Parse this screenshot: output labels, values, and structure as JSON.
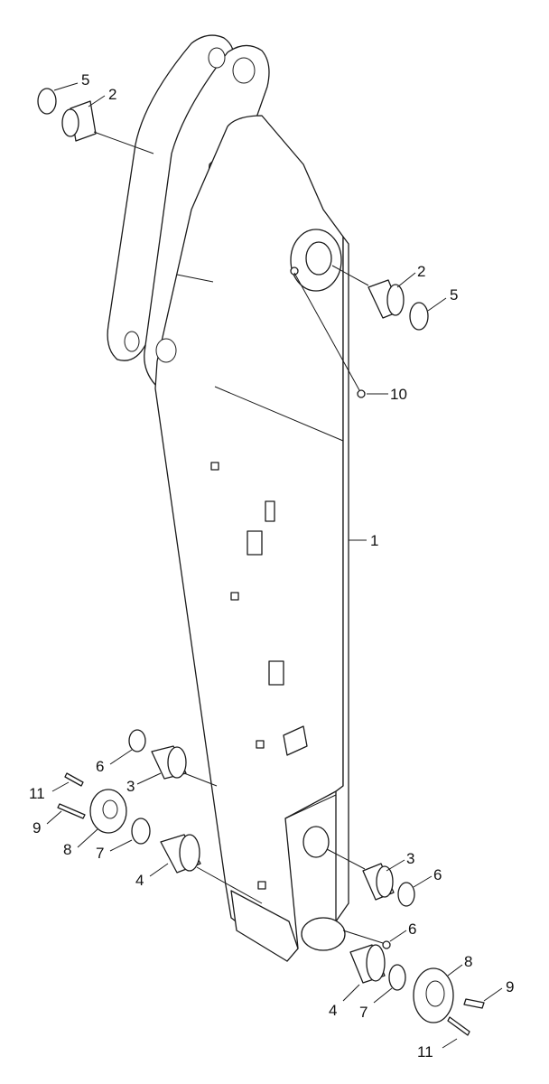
{
  "callouts": [
    {
      "id": "c5-top",
      "label": "5"
    },
    {
      "id": "c2-top",
      "label": "2"
    },
    {
      "id": "c2-right",
      "label": "2"
    },
    {
      "id": "c5-right",
      "label": "5"
    },
    {
      "id": "c10",
      "label": "10"
    },
    {
      "id": "c1",
      "label": "1"
    },
    {
      "id": "c6-left",
      "label": "6"
    },
    {
      "id": "c3-left",
      "label": "3"
    },
    {
      "id": "c11-left",
      "label": "11"
    },
    {
      "id": "c9-left",
      "label": "9"
    },
    {
      "id": "c8-left",
      "label": "8"
    },
    {
      "id": "c7-left",
      "label": "7"
    },
    {
      "id": "c4-left",
      "label": "4"
    },
    {
      "id": "c3-right",
      "label": "3"
    },
    {
      "id": "c6-right",
      "label": "6"
    },
    {
      "id": "c6-lower",
      "label": "6"
    },
    {
      "id": "c8-right",
      "label": "8"
    },
    {
      "id": "c9-right",
      "label": "9"
    },
    {
      "id": "c4-right",
      "label": "4"
    },
    {
      "id": "c7-right",
      "label": "7"
    },
    {
      "id": "c11-right",
      "label": "11"
    }
  ],
  "colors": {
    "line": "#1a1a1a",
    "background": "#ffffff",
    "text": "#111111"
  }
}
